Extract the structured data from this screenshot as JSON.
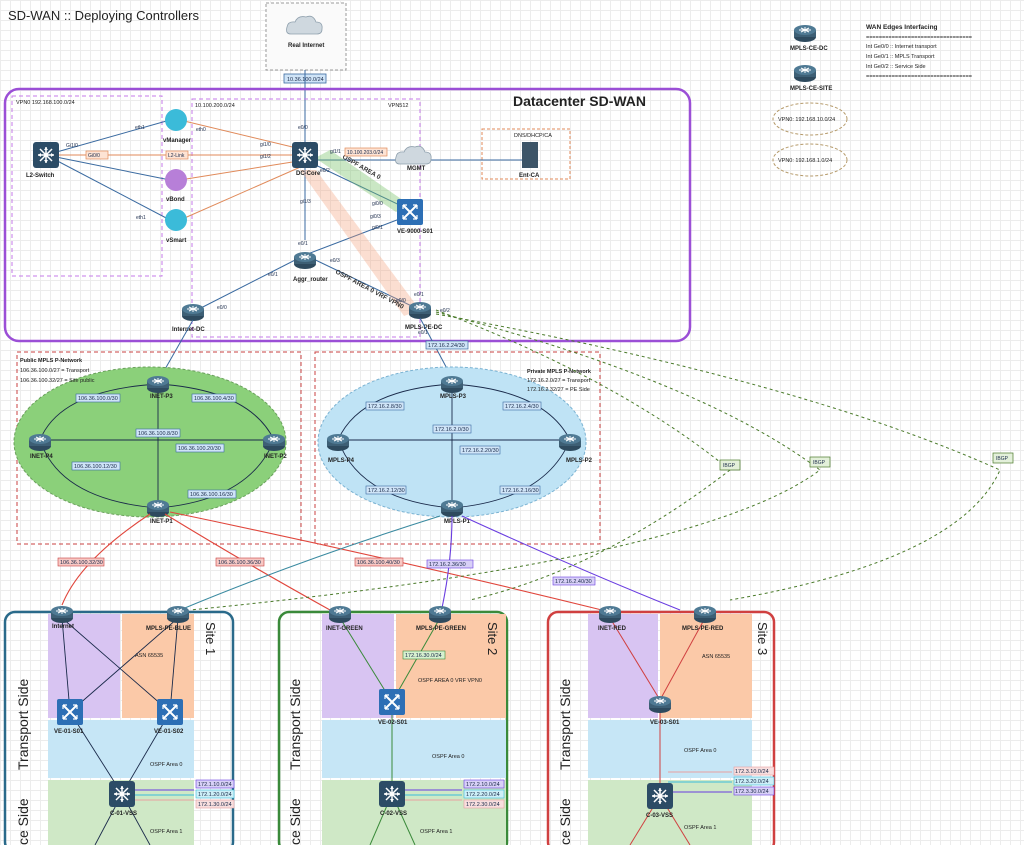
{
  "title": "SD-WAN :: Deploying Controllers",
  "internet": {
    "label": "Real Internet",
    "net": "10.36.100.0/24"
  },
  "datacenter": {
    "title": "Datacenter SD-WAN",
    "vpn0": "VPN0 192.168.100.0/24",
    "vpn_mid": "10.100.200.0/24",
    "vpn512": "VPN512",
    "dns": "DNS/DHCP/CA",
    "mgmt_net": "10.100.203.0/24",
    "ospf_area": "OSPF AREA 0",
    "ospf_vrf": "OSPF AREA 0 VRF VPN0",
    "l2_link": "L2-Link",
    "nodes": {
      "l2switch": "L2-Switch",
      "vmanager": "vManager",
      "vbond": "vBond",
      "vsmart": "vSmart",
      "dccore": "DC-Core",
      "mgmt": "MGMT",
      "entca": "Ent-CA",
      "ve9000": "VE-9000-S01",
      "aggr": "Aggr_router",
      "internetdc": "Internet-DC",
      "mplspedc": "MPLS-PE-DC"
    },
    "ports": [
      "eth1",
      "Gi1/0",
      "Gi0/0",
      "eth0",
      "gi1/0",
      "gi1/2",
      "gi1/1",
      "eth1",
      "gi1/3",
      "e0/0",
      "e0/1",
      "e0/2",
      "gi0/0",
      "e0/3",
      "e0/1",
      "e0/0",
      "e0/1",
      "e0/0",
      "e0/2",
      "e0/1",
      "gi0/1",
      "gi0/3"
    ]
  },
  "public_mpls": {
    "title": "Public MPLS P-Network",
    "transport": "106.36.100.0/27 = Transport",
    "site_public": "106.36.100.32/27 = Site public",
    "nodes": {
      "p3": "INET-P3",
      "p4": "INET-P4",
      "p2": "INET-P2",
      "p1": "INET-P1"
    },
    "nets": [
      "106.36.100.0/30",
      "106.36.100.4/30",
      "106.36.100.8/30",
      "106.36.100.20/30",
      "106.36.100.12/30",
      "106.36.100.16/30"
    ]
  },
  "private_mpls": {
    "title": "Private MPLS P-Network",
    "transport": "172.16.2.0/27 = Transport",
    "pe_side": "172.16.2.32/27 = PE Side",
    "uplink": "172.16.2.24/30",
    "nodes": {
      "p3": "MPLS-P3",
      "p4": "MPLS-P4",
      "p2": "MPLS-P2",
      "p1": "MPLS-P1"
    },
    "nets": [
      "172.16.2.8/30",
      "172.16.2.4/30",
      "172.16.2.0/30",
      "172.16.2.20/30",
      "172.16.2.12/30",
      "172.16.2.16/30"
    ]
  },
  "links": {
    "s1_inet": "106.36.100.32/30",
    "s2_inet": "106.36.100.36/30",
    "s3_inet": "106.36.100.40/30",
    "s2_mpls": "172.16.2.36/30",
    "s3_mpls": "172.16.2.40/30",
    "ibgp": "IBGP"
  },
  "legend": {
    "dc": "MPLS-CE-DC",
    "site": "MPLS-CE-SITE",
    "vpn_a": "VPN0: 192.168.10.0/24",
    "vpn_b": "VPN0: 192.168.1.0/24",
    "wan_title": "WAN Edges Interfacing",
    "sep": "=================================",
    "lines": [
      "Int Ge0/0 :: Internet transport",
      "Int Ge0/1 :: MPLS Transport",
      "Int Ge0/2 :: Service Side"
    ]
  },
  "sites": [
    {
      "name": "Site 1",
      "transport": "Transport Side",
      "service": "ce Side",
      "asn": "ASN 65535",
      "inet": "Internet",
      "mpls": "MPLS-PE-BLUE",
      "ve1": "VE-01-S01",
      "ve2": "VE-01-S02",
      "ospf0": "OSPF Area 0",
      "ospf1": "OSPF Area 1",
      "core": "C-01-VSS",
      "subnets": [
        "172.1.10.0/24",
        "172.1.20.0/24",
        "172.1.30.0/24"
      ]
    },
    {
      "name": "Site 2",
      "transport": "Transport Side",
      "service": "ce Side",
      "asn": "",
      "inet": "INET-GREEN",
      "mpls": "MPLS-PE-GREEN",
      "ve1": "VE-02-S01",
      "ve2": "",
      "ospf0": "OSPF Area 0",
      "ospf1": "OSPF Area 1",
      "core": "C-02-VSS",
      "ospfvrf": "OSPF AREA 0 VRF VPN0",
      "subnet_up": "172.16.30.0/24",
      "subnets": [
        "172.2.10.0/24",
        "172.2.20.0/24",
        "172.2.30.0/24"
      ]
    },
    {
      "name": "Site 3",
      "transport": "Transport Side",
      "service": "ce Side",
      "asn": "ASN 65535",
      "inet": "INET-RED",
      "mpls": "MPLS-PE-RED",
      "ve1": "VE-03-S01",
      "ve2": "",
      "ospf0": "OSPF Area 0",
      "ospf1": "OSPF Area 1",
      "core": "C-03-VSS",
      "subnets": [
        "172.3.10.0/24",
        "172.3.20.0/24",
        "172.3.30.0/24"
      ]
    }
  ]
}
